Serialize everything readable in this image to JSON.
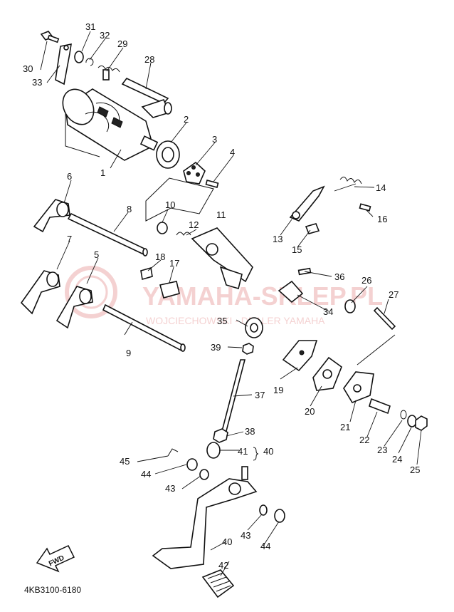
{
  "diagram": {
    "code": "4KB3100-6180",
    "fwd_label": "FWD",
    "watermark": {
      "line1": "YAMAHA-SKLEP.PL",
      "line2": "WOJCIECHOWSKI - DEALER YAMAHA"
    },
    "labels": {
      "n1": "1",
      "n2": "2",
      "n3": "3",
      "n4": "4",
      "n5": "5",
      "n6": "6",
      "n7": "7",
      "n8": "8",
      "n9": "9",
      "n10": "10",
      "n11": "11",
      "n12": "12",
      "n13": "13",
      "n14": "14",
      "n15": "15",
      "n16": "16",
      "n17": "17",
      "n18": "18",
      "n19": "19",
      "n20": "20",
      "n21": "21",
      "n22": "22",
      "n23": "23",
      "n24": "24",
      "n25": "25",
      "n26": "26",
      "n27": "27",
      "n28": "28",
      "n29": "29",
      "n30": "30",
      "n31": "31",
      "n32": "32",
      "n33": "33",
      "n34": "34",
      "n35": "35",
      "n36": "36",
      "n37": "37",
      "n38": "38",
      "n39": "39",
      "n40a": "40",
      "n40b": "40",
      "n41": "41",
      "n42": "42",
      "n43a": "43",
      "n43b": "43",
      "n44a": "44",
      "n44b": "44",
      "n45": "45"
    }
  }
}
